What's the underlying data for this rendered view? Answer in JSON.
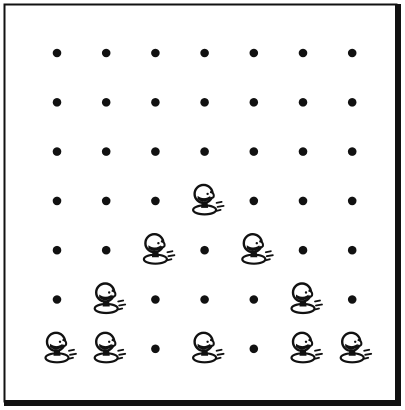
{
  "board": {
    "rows": 7,
    "cols": 7,
    "colors": {
      "background": "#ffffff",
      "border": "#111111",
      "dot": "#111111",
      "piece_outline": "#111111",
      "piece_fill": "#ffffff"
    },
    "pieces": [
      {
        "row": 3,
        "col": 3,
        "icon": "head-pawn-icon"
      },
      {
        "row": 4,
        "col": 2,
        "icon": "head-pawn-icon"
      },
      {
        "row": 4,
        "col": 4,
        "icon": "head-pawn-icon"
      },
      {
        "row": 5,
        "col": 1,
        "icon": "head-pawn-icon"
      },
      {
        "row": 5,
        "col": 5,
        "icon": "head-pawn-icon"
      },
      {
        "row": 6,
        "col": 0,
        "icon": "head-pawn-icon"
      },
      {
        "row": 6,
        "col": 1,
        "icon": "head-pawn-icon"
      },
      {
        "row": 6,
        "col": 3,
        "icon": "head-pawn-icon"
      },
      {
        "row": 6,
        "col": 5,
        "icon": "head-pawn-icon"
      },
      {
        "row": 6,
        "col": 6,
        "icon": "head-pawn-icon"
      }
    ]
  }
}
